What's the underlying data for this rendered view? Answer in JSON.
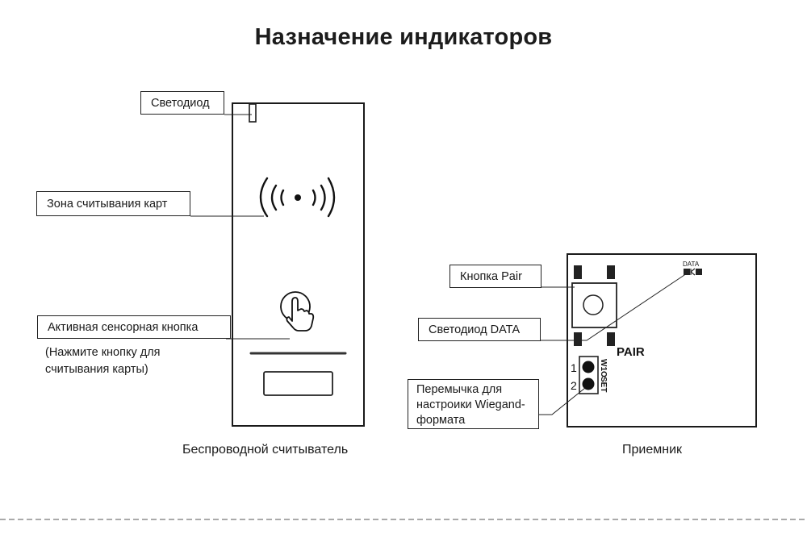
{
  "title": "Назначение индикаторов",
  "reader": {
    "caption": "Беспроводной считыватель",
    "labels": {
      "led": "Светодиод",
      "card_zone": "Зона считывания карт",
      "touch_button": "Активная сенсорная кнопка"
    },
    "note_line1": "(Нажмите кнопку для",
    "note_line2": "считывания карты)"
  },
  "receiver": {
    "caption": "Приемник",
    "labels": {
      "pair_button": "Кнопка Pair",
      "data_led": "Светодиод DATA",
      "jumper_line1": "Перемычка для",
      "jumper_line2": "настроики Wiegand-",
      "jumper_line3": "формата"
    },
    "pcb": {
      "data_marking": "DATA",
      "pair_marking": "PAIR",
      "pin1": "1",
      "pin2": "2",
      "mark_top": "W1O",
      "mark_bottom": "SET"
    }
  }
}
